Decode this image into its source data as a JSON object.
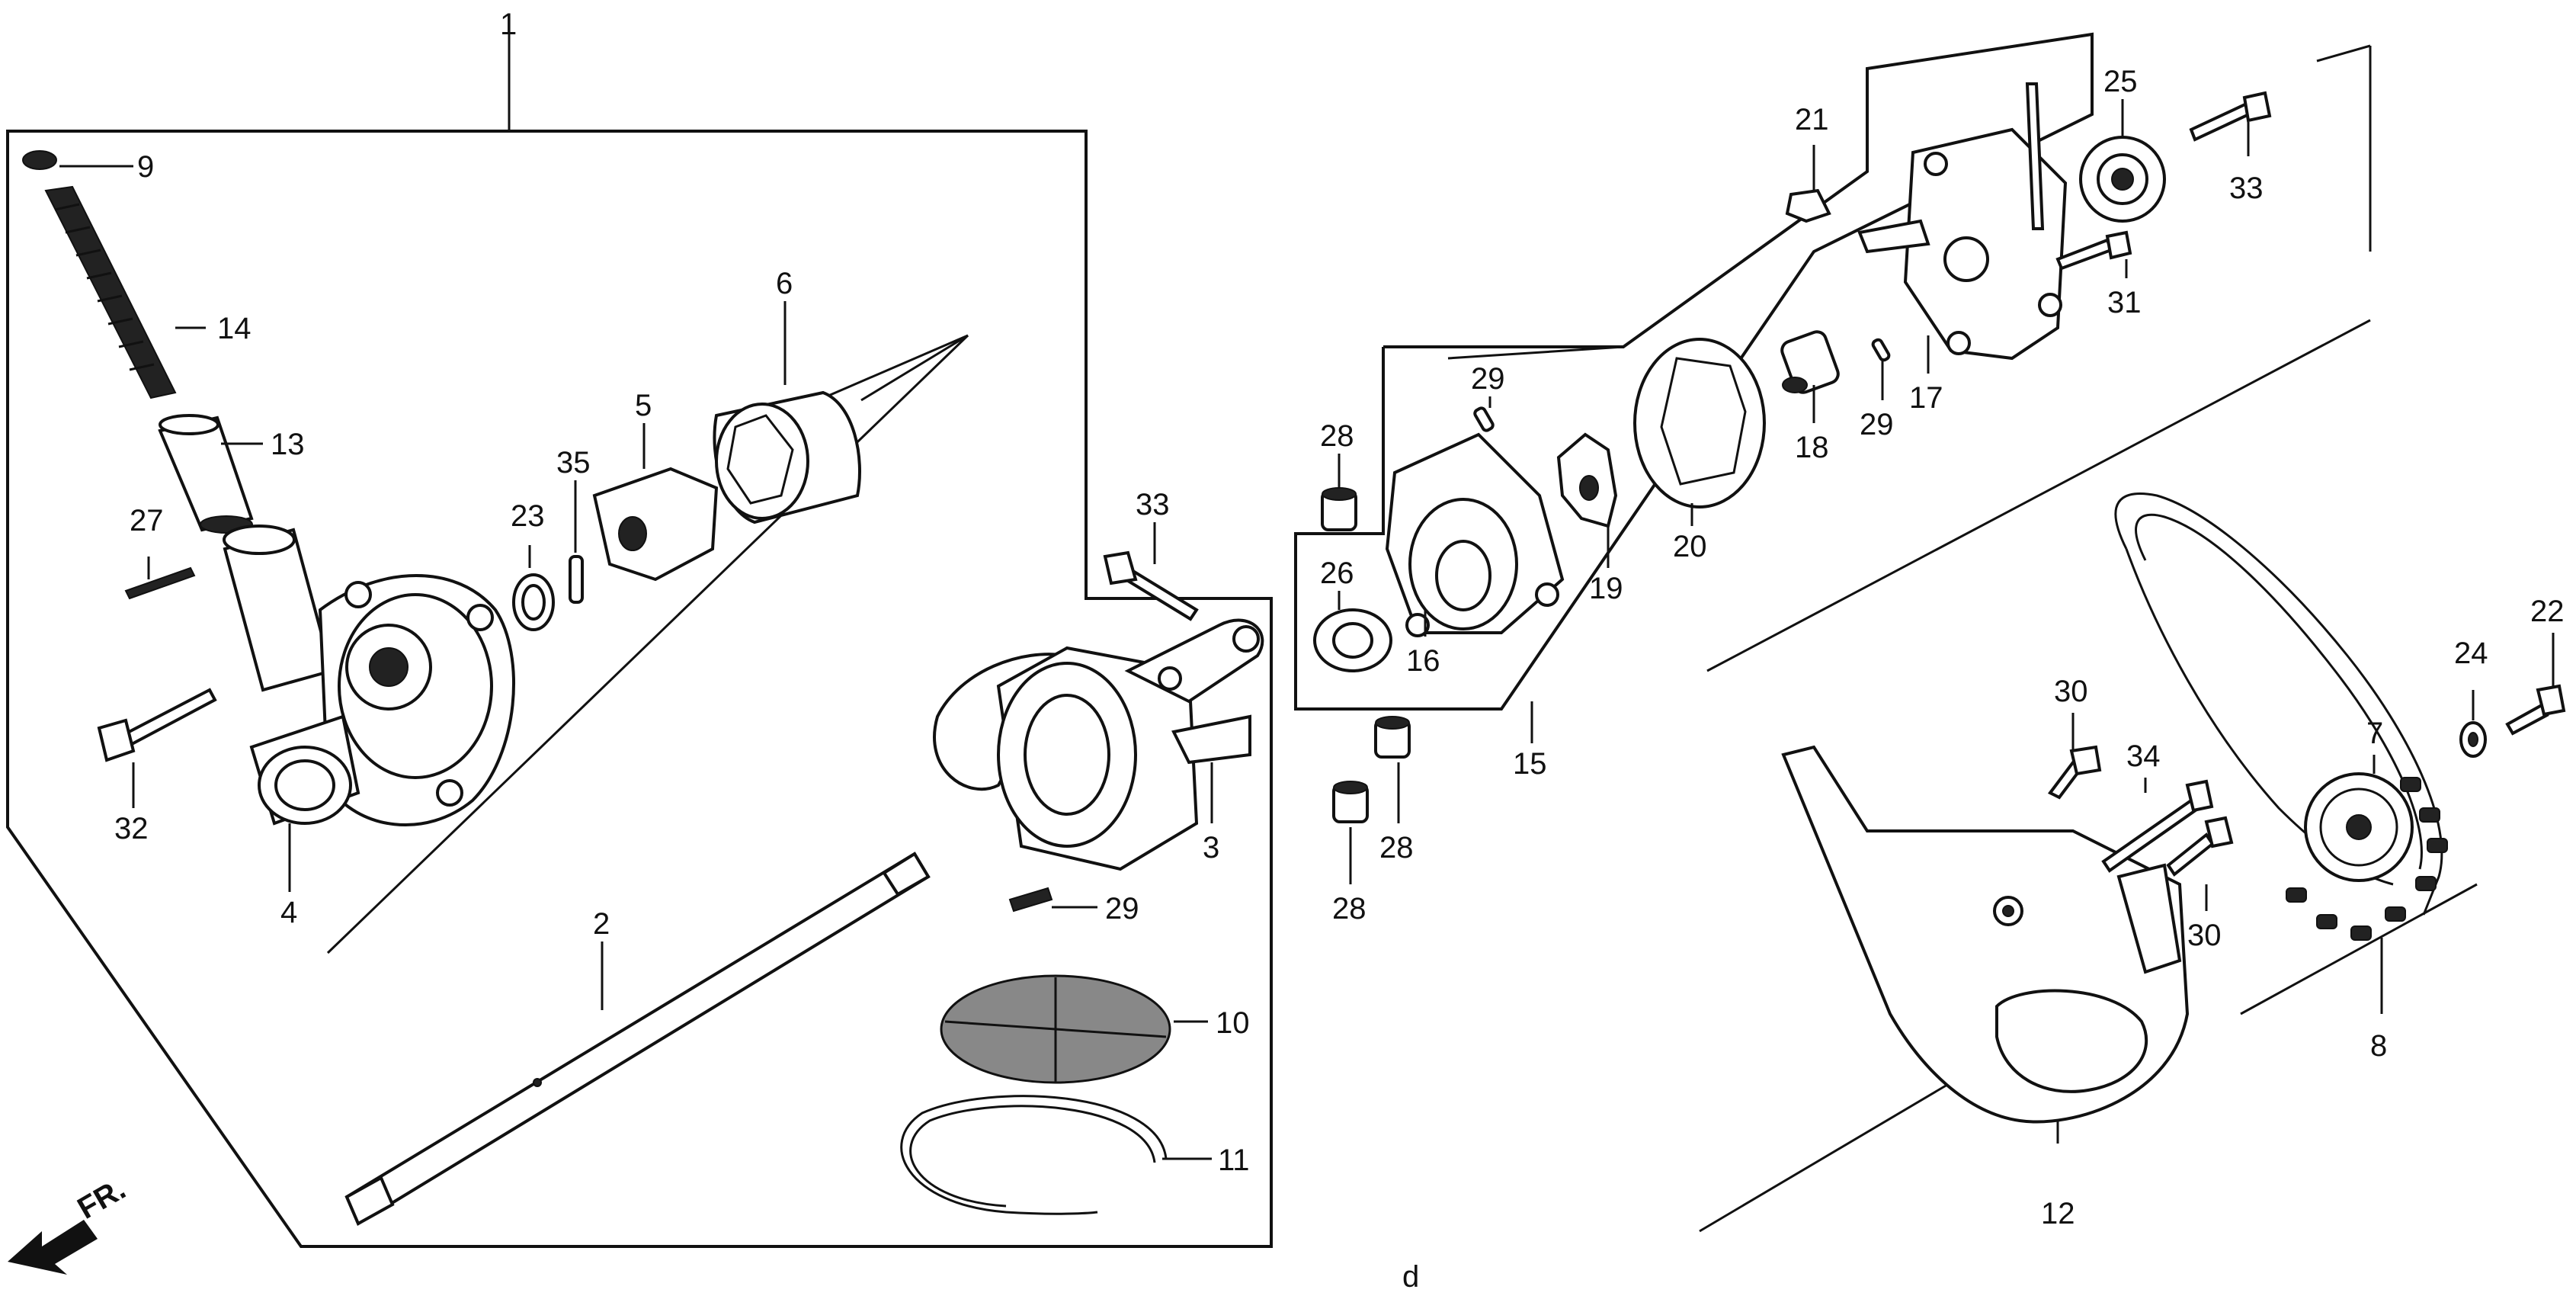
{
  "callouts": {
    "c1": "1",
    "c2": "2",
    "c3": "3",
    "c4": "4",
    "c5": "5",
    "c6": "6",
    "c7": "7",
    "c8": "8",
    "c9": "9",
    "c10": "10",
    "c11": "11",
    "c12": "12",
    "c13": "13",
    "c14": "14",
    "c15": "15",
    "c16": "16",
    "c17": "17",
    "c18": "18",
    "c19": "19",
    "c20": "20",
    "c21": "21",
    "c22": "22",
    "c23": "23",
    "c24": "24",
    "c25": "25",
    "c26": "26",
    "c27": "27",
    "c28a": "28",
    "c28b": "28",
    "c28c": "28",
    "c29a": "29",
    "c29b": "29",
    "c29c": "29",
    "c30a": "30",
    "c30b": "30",
    "c31": "31",
    "c32": "32",
    "c33a": "33",
    "c33b": "33",
    "c34": "34",
    "c35": "35"
  },
  "direction_label": "FR.",
  "footer_mark": "d",
  "colors": {
    "ink": "#111111",
    "paper": "#ffffff"
  },
  "icons": {
    "direction": "arrow-front-icon"
  }
}
